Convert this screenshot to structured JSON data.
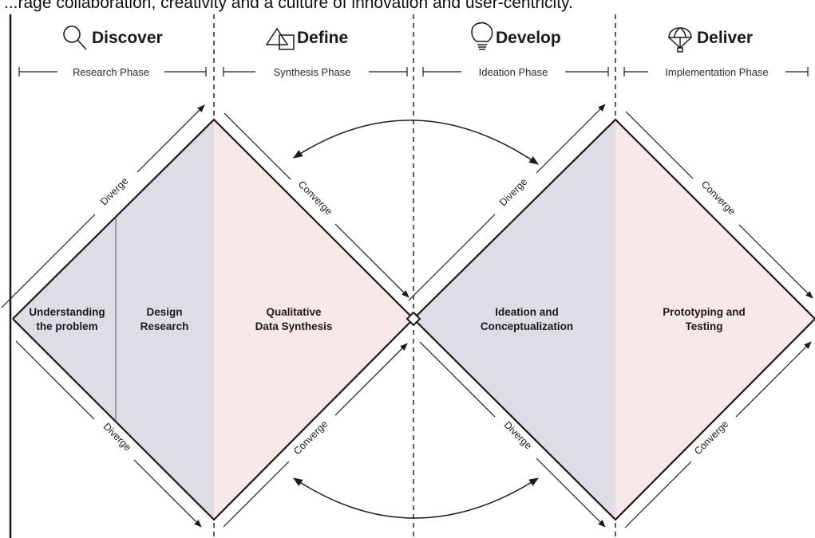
{
  "header": {
    "intro_text": "...rage collaboration, creativity and a culture of innovation and user-centricity."
  },
  "phases": [
    {
      "title": "Discover",
      "subtitle": "Research Phase",
      "icon": "magnifier-icon"
    },
    {
      "title": "Define",
      "subtitle": "Synthesis Phase",
      "icon": "shapes-icon"
    },
    {
      "title": "Develop",
      "subtitle": "Ideation Phase",
      "icon": "lightbulb-icon"
    },
    {
      "title": "Deliver",
      "subtitle": "Implementation Phase",
      "icon": "parachute-icon"
    }
  ],
  "regions": {
    "understanding": [
      "Understanding",
      "the problem"
    ],
    "design_research": [
      "Design",
      "Research"
    ],
    "qualitative": [
      "Qualitative",
      "Data Synthesis"
    ],
    "ideation": [
      "Ideation and",
      "Conceptualization"
    ],
    "prototyping": [
      "Prototyping and",
      "Testing"
    ]
  },
  "edges": {
    "diverge": "Diverge",
    "converge": "Converge"
  },
  "colors": {
    "diverge_fill": "#dedde6",
    "converge_fill": "#f9e8e8",
    "stroke": "#1a1a1a"
  }
}
